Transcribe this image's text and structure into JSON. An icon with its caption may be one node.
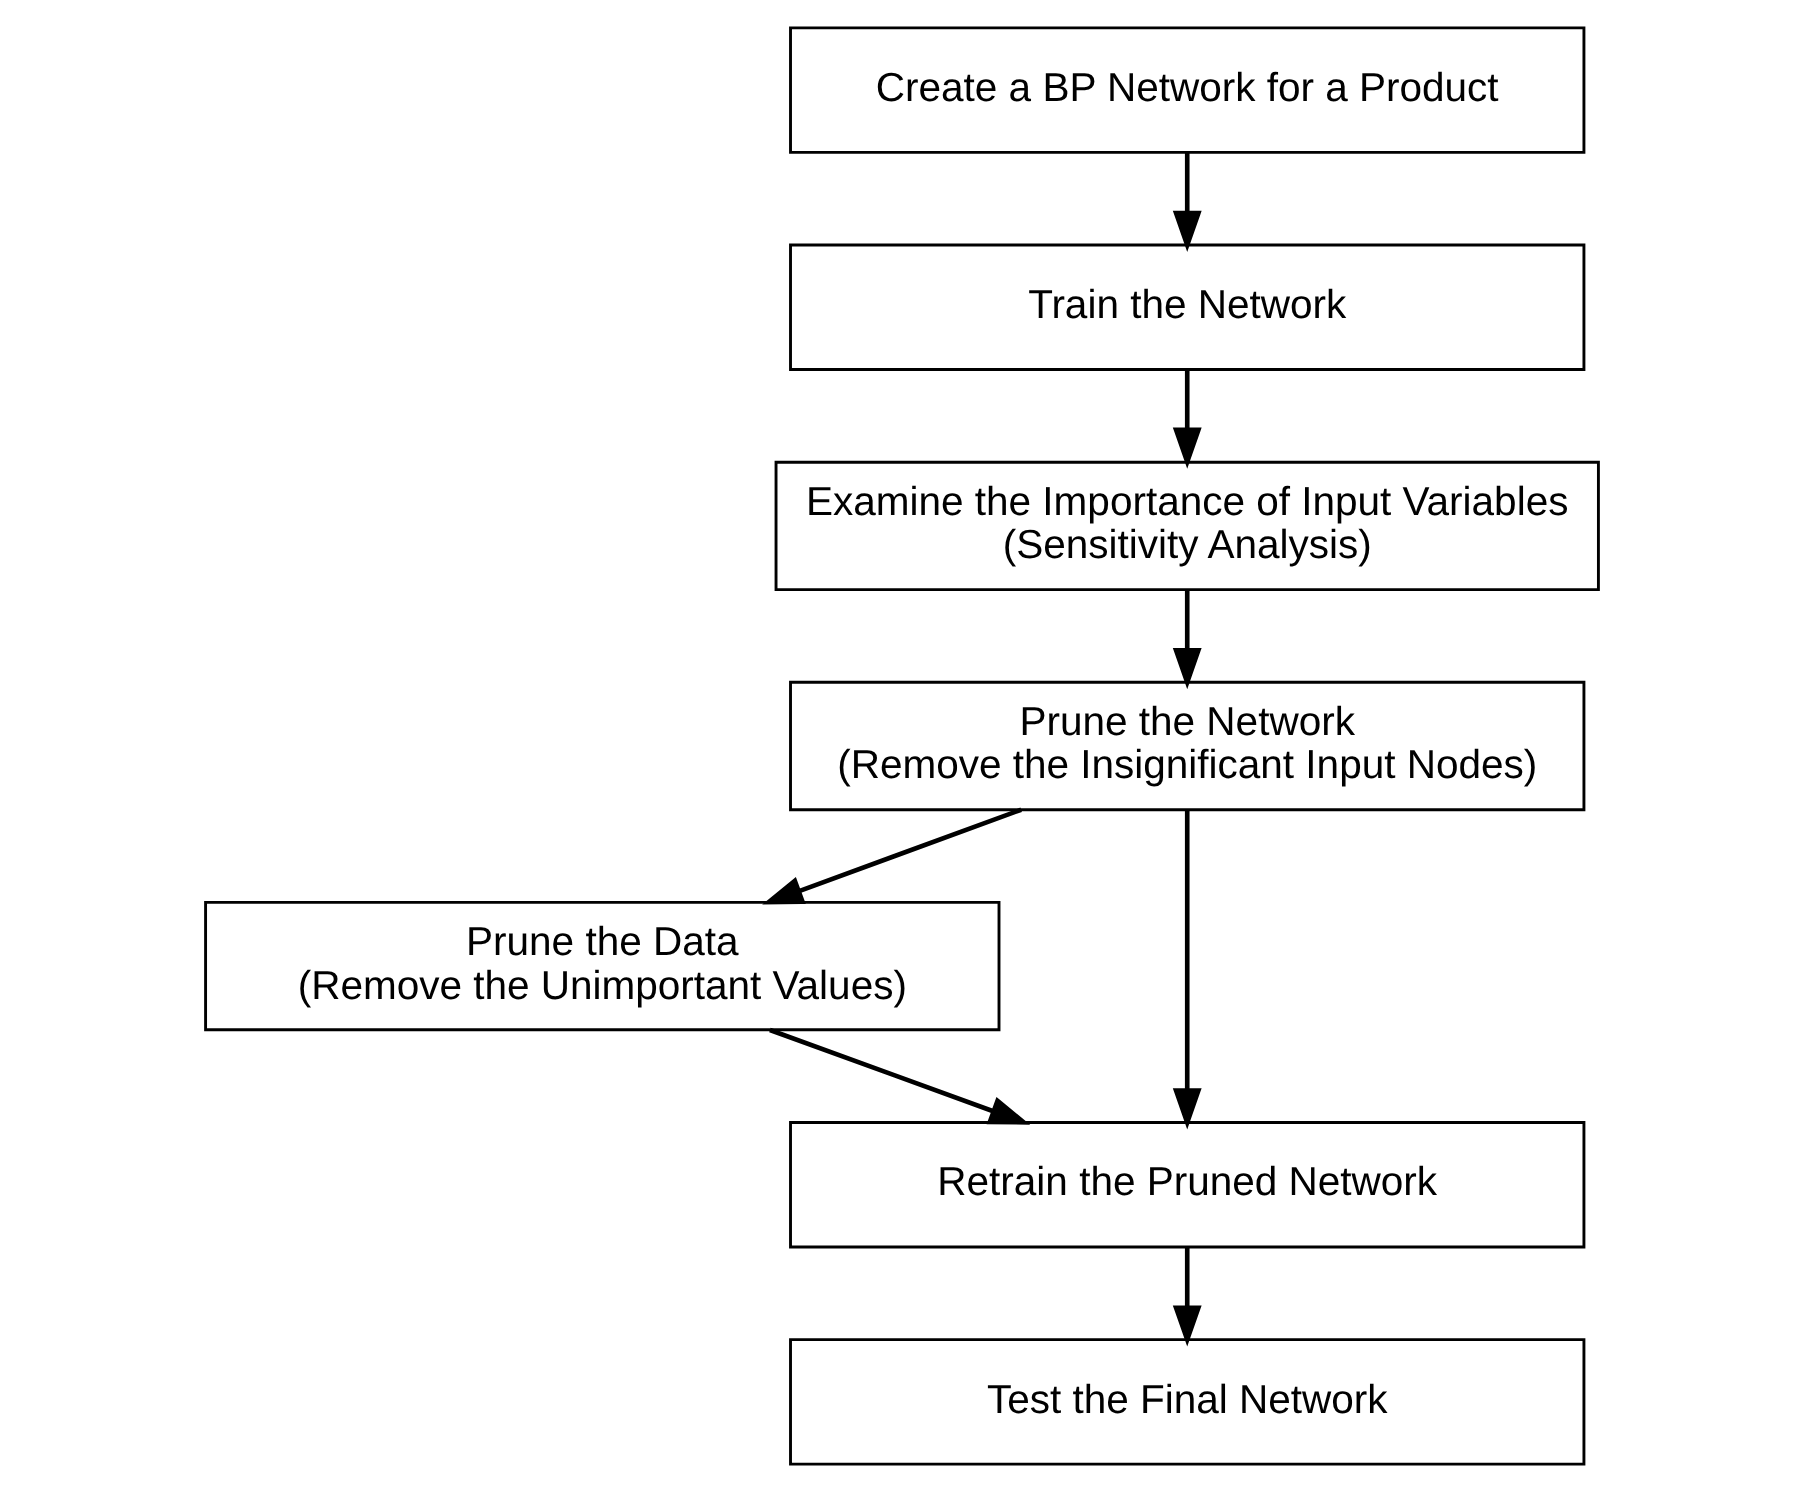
{
  "diagram": {
    "nodes": [
      {
        "text": [
          "Create a BP Network for a Product"
        ]
      },
      {
        "text": [
          "Train the Network"
        ]
      },
      {
        "text": [
          "Examine the Importance of Input Variables (Sensitivity Analysis)"
        ]
      },
      {
        "text": [
          "Prune the Network (Remove the Insignificant Input Nodes)"
        ]
      },
      {
        "text": [
          "Prune the Data (Remove the Unimportant Values)"
        ]
      },
      {
        "text": [
          "Retrain the Pruned Network"
        ]
      },
      {
        "text": [
          "Test the Final Network"
        ]
      }
    ],
    "edges": [
      {
        "from": 0,
        "to": 1,
        "arrow": "to"
      },
      {
        "from": 1,
        "to": 2,
        "arrow": "to"
      },
      {
        "from": 2,
        "to": 3,
        "arrow": "to"
      },
      {
        "from": 3,
        "to": 5,
        "arrow": "to"
      },
      {
        "from": 3,
        "to": 4,
        "arrow": "to"
      },
      {
        "from": 4,
        "to": 5,
        "arrow": "to"
      },
      {
        "from": 5,
        "to": 6,
        "arrow": "to"
      }
    ]
  }
}
